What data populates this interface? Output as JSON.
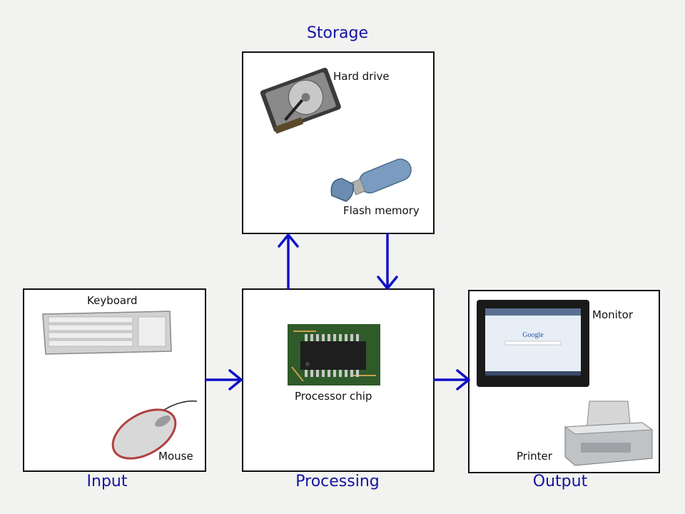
{
  "sections": {
    "storage": {
      "title": "Storage",
      "items": {
        "hard_drive": "Hard drive",
        "flash_memory": "Flash memory"
      }
    },
    "input": {
      "title": "Input",
      "items": {
        "keyboard": "Keyboard",
        "mouse": "Mouse"
      }
    },
    "processing": {
      "title": "Processing",
      "items": {
        "processor_chip": "Processor chip"
      }
    },
    "output": {
      "title": "Output",
      "items": {
        "monitor": "Monitor",
        "printer": "Printer"
      }
    }
  },
  "colors": {
    "title_text": "#1414a0",
    "arrow": "#1010c8",
    "box_border": "#111111",
    "background": "#f2f2f0"
  },
  "monitor_screen": {
    "brand_text": "Google"
  }
}
